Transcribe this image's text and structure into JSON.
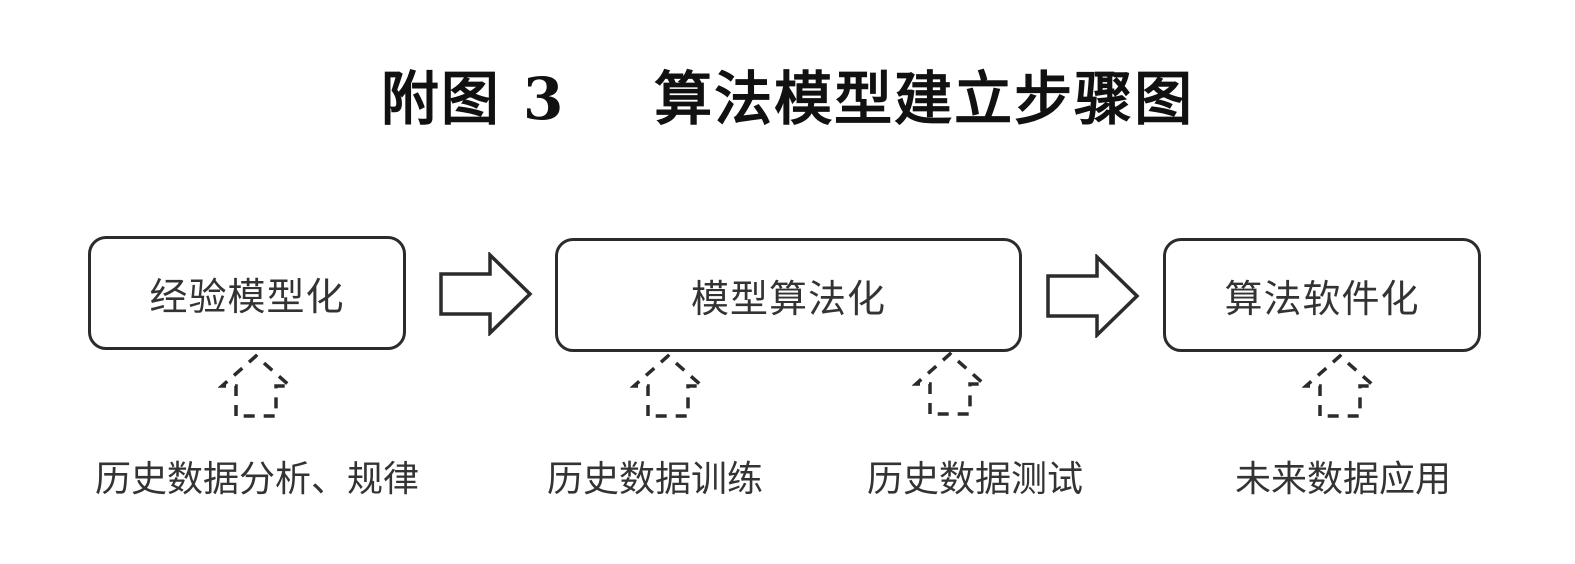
{
  "title": "附图 3    算法模型建立步骤图",
  "steps": [
    {
      "label": "经验模型化"
    },
    {
      "label": "模型算法化"
    },
    {
      "label": "算法软件化"
    }
  ],
  "inputs": [
    {
      "label": "历史数据分析、规律"
    },
    {
      "label": "历史数据训练"
    },
    {
      "label": "历史数据测试"
    },
    {
      "label": "未来数据应用"
    }
  ],
  "colors": {
    "stroke": "#2b2b2b",
    "text": "#333333",
    "background": "#ffffff"
  },
  "icons": {
    "flow_arrow": "block-right-arrow-icon",
    "input_arrow": "dashed-up-arrow-icon"
  }
}
